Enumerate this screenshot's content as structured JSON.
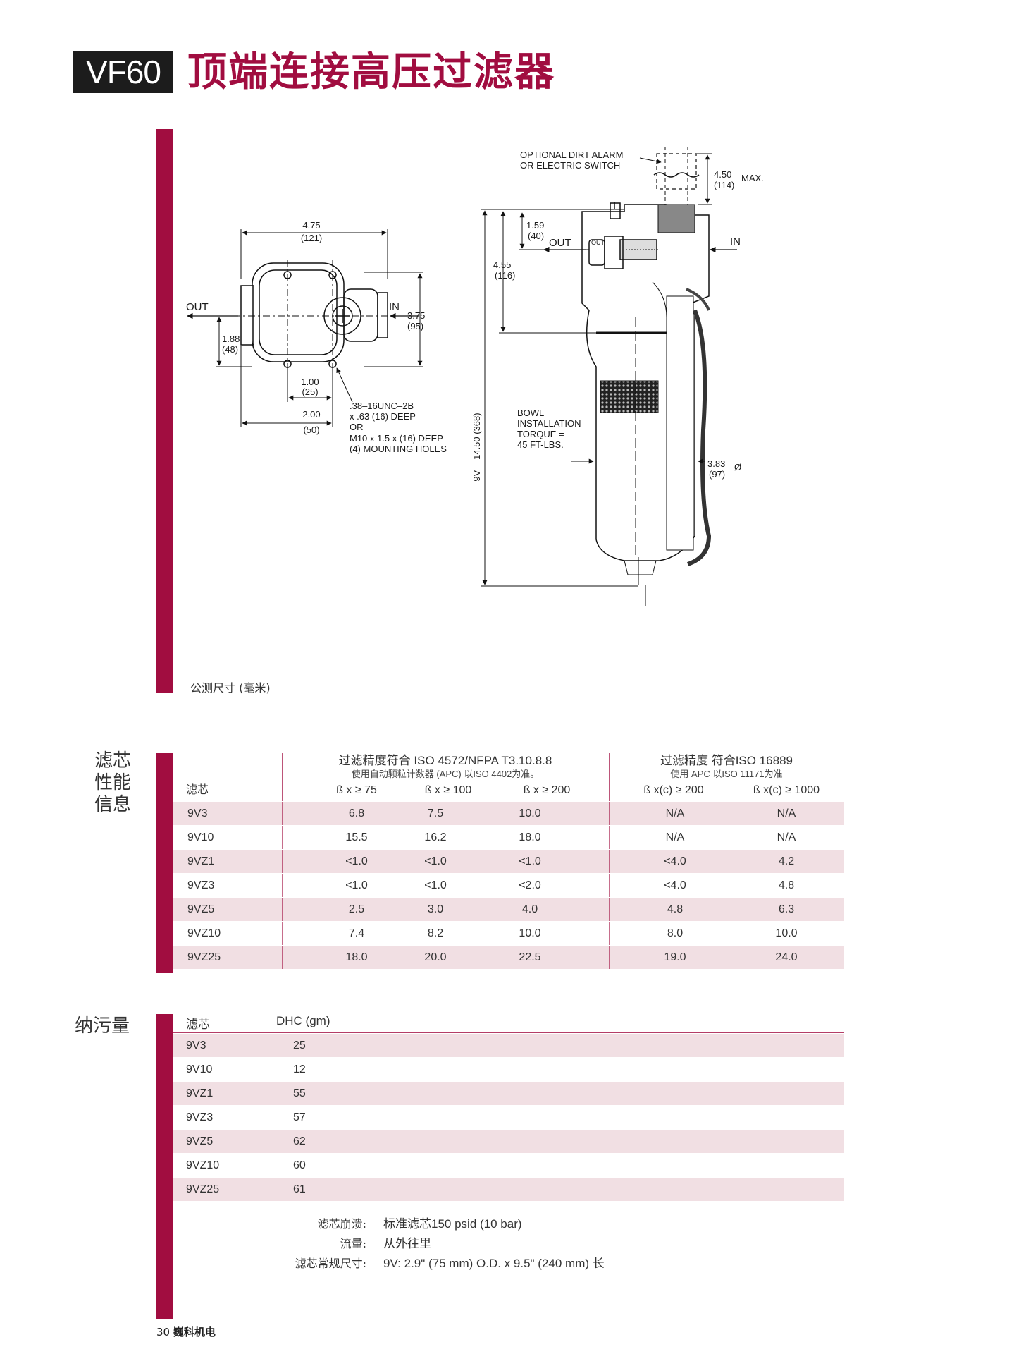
{
  "header": {
    "model": "VF60",
    "title": "顶端连接高压过滤器"
  },
  "drawing": {
    "top_view": {
      "width": "4.75",
      "width_mm": "(121)",
      "out": "OUT",
      "in": "IN",
      "height": "3.75",
      "height_mm": "(95)",
      "offset": "1.88",
      "offset_mm": "(48)",
      "hole_offset": "1.00",
      "hole_offset_mm": "(25)",
      "hole_spacing": "2.00",
      "hole_spacing_mm": "(50)",
      "holes_note": [
        ".38–16UNC–2B",
        "x .63 (16) DEEP",
        "OR",
        "M10 x 1.5 x (16) DEEP",
        "(4) MOUNTING HOLES"
      ]
    },
    "side_view": {
      "alarm_note": [
        "OPTIONAL DIRT ALARM",
        "OR ELECTRIC SWITCH"
      ],
      "alarm_height": "4.50",
      "alarm_height_mm": "(114)",
      "alarm_max": "MAX.",
      "port_height": "1.59",
      "port_height_mm": "(40)",
      "out": "OUT",
      "out_small": "OUT",
      "in": "IN",
      "head_height": "4.55",
      "head_height_mm": "(116)",
      "overall": "9V = 14.50 (368)",
      "torque_note": [
        "BOWL",
        "INSTALLATION",
        "TORQUE =",
        "45 FT-LBS."
      ],
      "diameter": "3.83",
      "diameter_mm": "(97)",
      "diameter_sym": "Ø"
    },
    "units_note": "公测尺寸 (毫米)"
  },
  "performance": {
    "section_label": [
      "滤芯",
      "性能",
      "信息"
    ],
    "group1_title": "过滤精度符合 ISO 4572/NFPA T3.10.8.8",
    "group1_sub": "使用自动颗粒计数器 (APC) 以ISO 4402为准。",
    "group2_title": "过滤精度 符合ISO 16889",
    "group2_sub": "使用 APC 以ISO 11171为准",
    "col_element": "滤芯",
    "cols": [
      "ß x ≥ 75",
      "ß x ≥ 100",
      "ß x ≥ 200",
      "ß x(c) ≥ 200",
      "ß x(c) ≥ 1000"
    ],
    "rows": [
      {
        "el": "9V3",
        "v": [
          "6.8",
          "7.5",
          "10.0",
          "N/A",
          "N/A"
        ]
      },
      {
        "el": "9V10",
        "v": [
          "15.5",
          "16.2",
          "18.0",
          "N/A",
          "N/A"
        ]
      },
      {
        "el": "9VZ1",
        "v": [
          "<1.0",
          "<1.0",
          "<1.0",
          "<4.0",
          "4.2"
        ]
      },
      {
        "el": "9VZ3",
        "v": [
          "<1.0",
          "<1.0",
          "<2.0",
          "<4.0",
          "4.8"
        ]
      },
      {
        "el": "9VZ5",
        "v": [
          "2.5",
          "3.0",
          "4.0",
          "4.8",
          "6.3"
        ]
      },
      {
        "el": "9VZ10",
        "v": [
          "7.4",
          "8.2",
          "10.0",
          "8.0",
          "10.0"
        ]
      },
      {
        "el": "9VZ25",
        "v": [
          "18.0",
          "20.0",
          "22.5",
          "19.0",
          "24.0"
        ]
      }
    ]
  },
  "dhc": {
    "section_label": "纳污量",
    "col_element": "滤芯",
    "col_dhc": "DHC (gm)",
    "rows": [
      {
        "el": "9V3",
        "v": "25"
      },
      {
        "el": "9V10",
        "v": "12"
      },
      {
        "el": "9VZ1",
        "v": "55"
      },
      {
        "el": "9VZ3",
        "v": "57"
      },
      {
        "el": "9VZ5",
        "v": "62"
      },
      {
        "el": "9VZ10",
        "v": "60"
      },
      {
        "el": "9VZ25",
        "v": "61"
      }
    ]
  },
  "specs": [
    {
      "label": "滤芯崩溃:",
      "value": "标准滤芯150 psid (10 bar)"
    },
    {
      "label": "流量:",
      "value": "从外往里"
    },
    {
      "label": "滤芯常规尺寸:",
      "value": "9V:   2.9\" (75 mm) O.D. x 9.5\" (240 mm) 长"
    }
  ],
  "footer": {
    "page": "30",
    "brand": "巍科机电"
  }
}
